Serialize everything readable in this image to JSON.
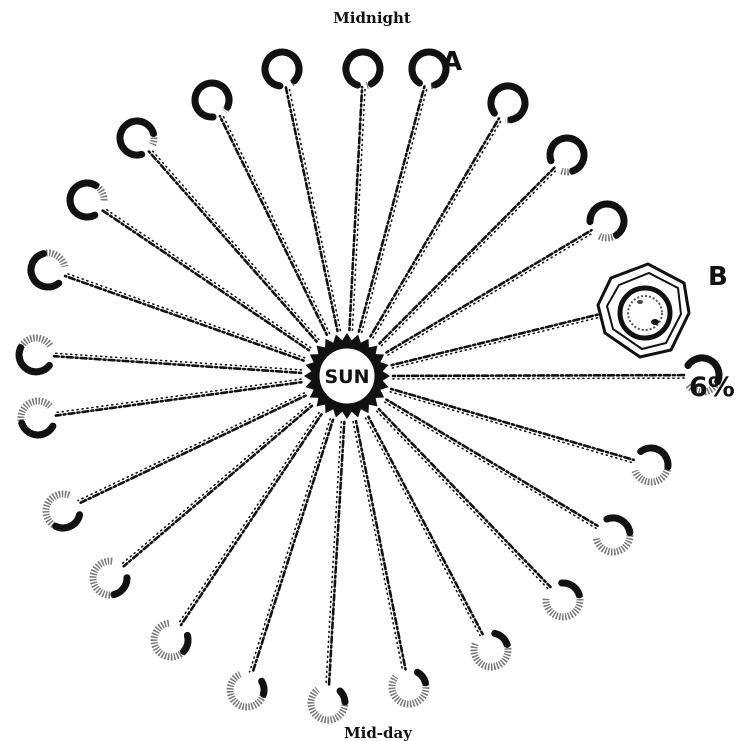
{
  "labels": {
    "top": "Midnight",
    "bottom": "Mid-day",
    "point_a": "A",
    "point_b": "B",
    "percent": "6%",
    "sun": "SUN"
  },
  "colors": {
    "ink": "#111111",
    "background": "#ffffff"
  }
}
